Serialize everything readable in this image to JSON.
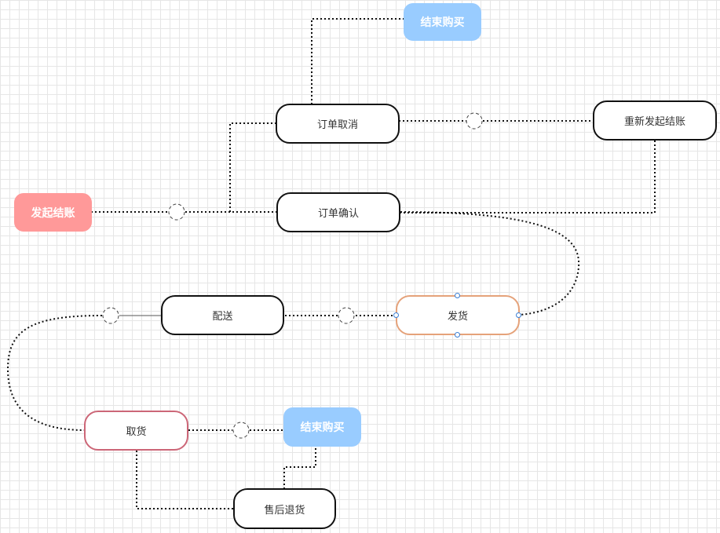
{
  "nodes": {
    "start_checkout": "发起结账",
    "order_cancel": "订单取消",
    "end_purchase_top": "结束购买",
    "restart_checkout": "重新发起结账",
    "order_confirm": "订单确认",
    "ship": "发货",
    "deliver": "配送",
    "pickup": "取货",
    "end_purchase_bottom": "结束购买",
    "after_sales_return": "售后退货"
  },
  "colors": {
    "pink_fill": "#ff9999",
    "blue_fill": "#99ccff",
    "ship_border": "#e5a27a",
    "pickup_border": "#cc6677",
    "node_border": "#111111"
  }
}
